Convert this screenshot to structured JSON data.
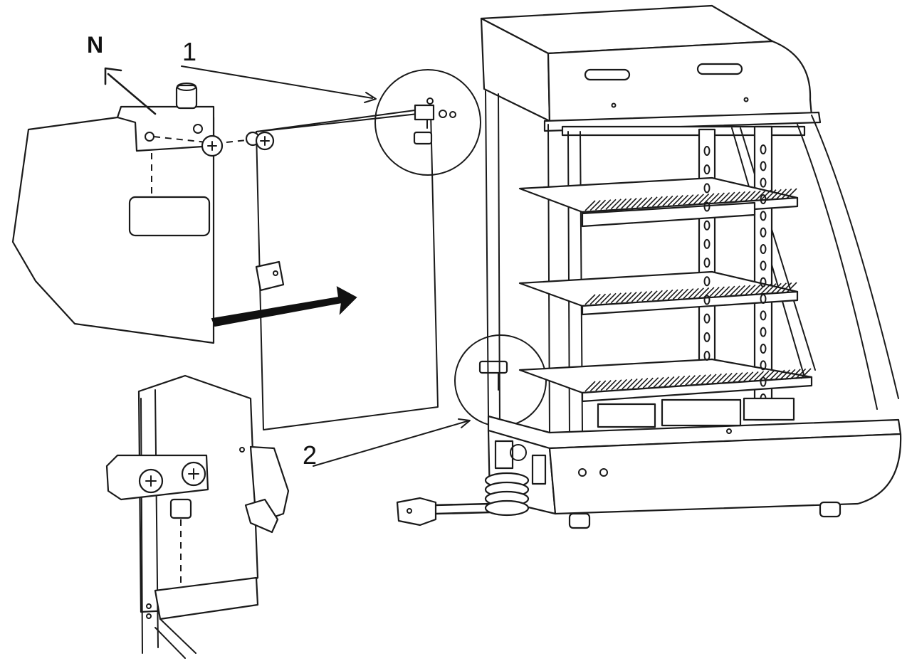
{
  "labels": {
    "n": "N",
    "callout_1": "1",
    "callout_2": "2"
  },
  "colors": {
    "line": "#1a1a1a",
    "background": "#ffffff",
    "arrow": "#111111"
  }
}
